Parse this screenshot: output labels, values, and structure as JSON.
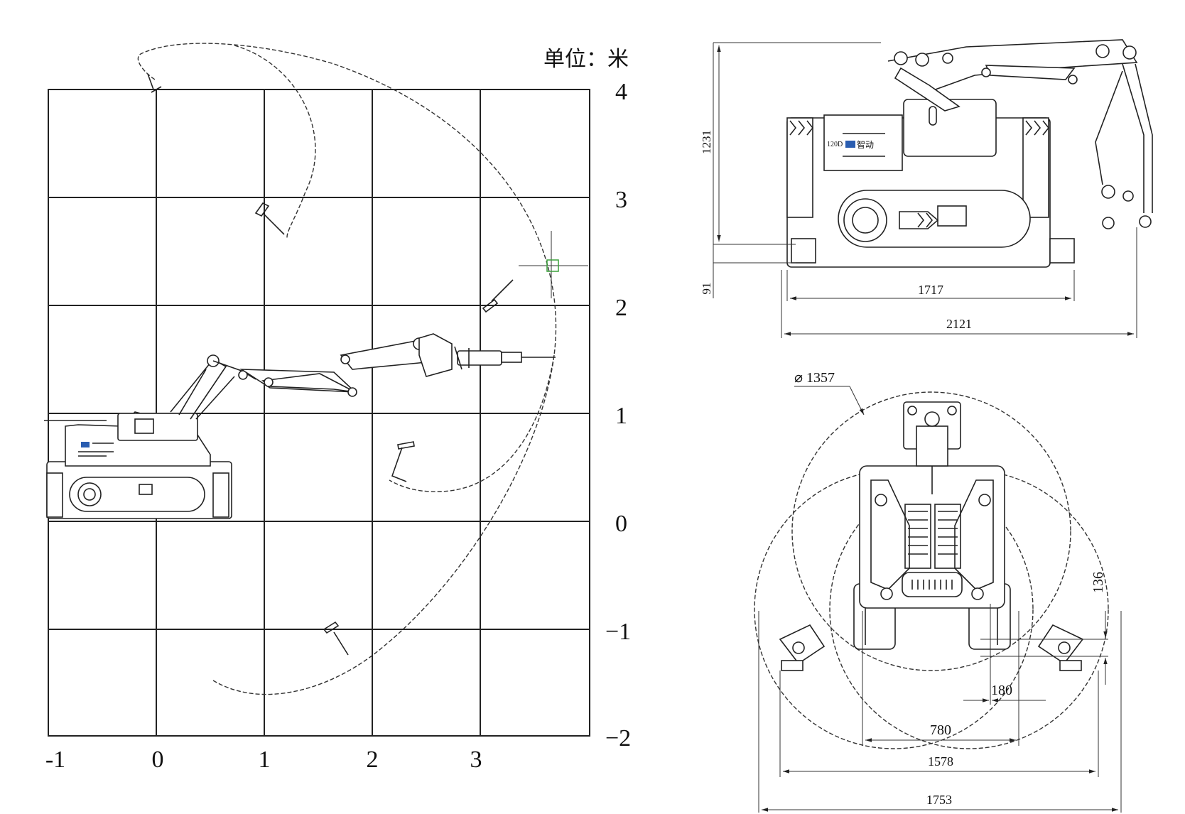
{
  "unit_label": "单位：米",
  "grid": {
    "x_ticks": [
      "-1",
      "0",
      "1",
      "2",
      "3"
    ],
    "y_ticks": [
      "4",
      "3",
      "2",
      "1",
      "0",
      "−1",
      "−2"
    ]
  },
  "front_view": {
    "height": "1231",
    "ground_clearance": "91",
    "track_width": "1717",
    "outrigger_width": "2121"
  },
  "top_view": {
    "swing_diameter": "⌀ 1357",
    "offset": "136",
    "dim_180": "180",
    "dim_780": "780",
    "dim_1578": "1578",
    "dim_1753": "1753"
  },
  "badge": {
    "model": "120D",
    "brand": "智动"
  },
  "colors": {
    "lines": "#222222",
    "logo": "#2a5db0",
    "crosshair_box": "#3aa03a"
  }
}
